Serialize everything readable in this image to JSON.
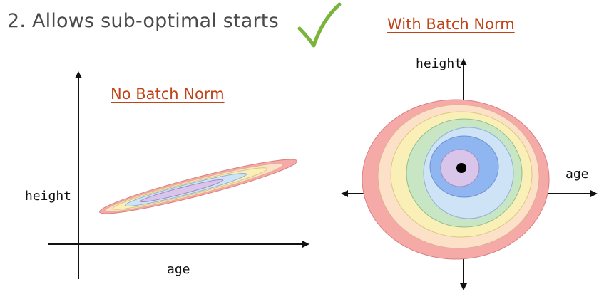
{
  "heading": "2. Allows sub-optimal starts",
  "check_icon": "check-mark-icon",
  "accent_color": "#c0441a",
  "check_color": "#7ab43c",
  "left_panel": {
    "title": "No Batch Norm",
    "y_label": "height",
    "x_label": "age"
  },
  "right_panel": {
    "title": "With Batch Norm",
    "y_label": "height",
    "x_label": "age"
  },
  "contour_colors": [
    "#f5aaa8",
    "#fde0c8",
    "#fbefb8",
    "#c8e6c4",
    "#cfe3f7",
    "#8fb6f0",
    "#d9c5ea"
  ]
}
